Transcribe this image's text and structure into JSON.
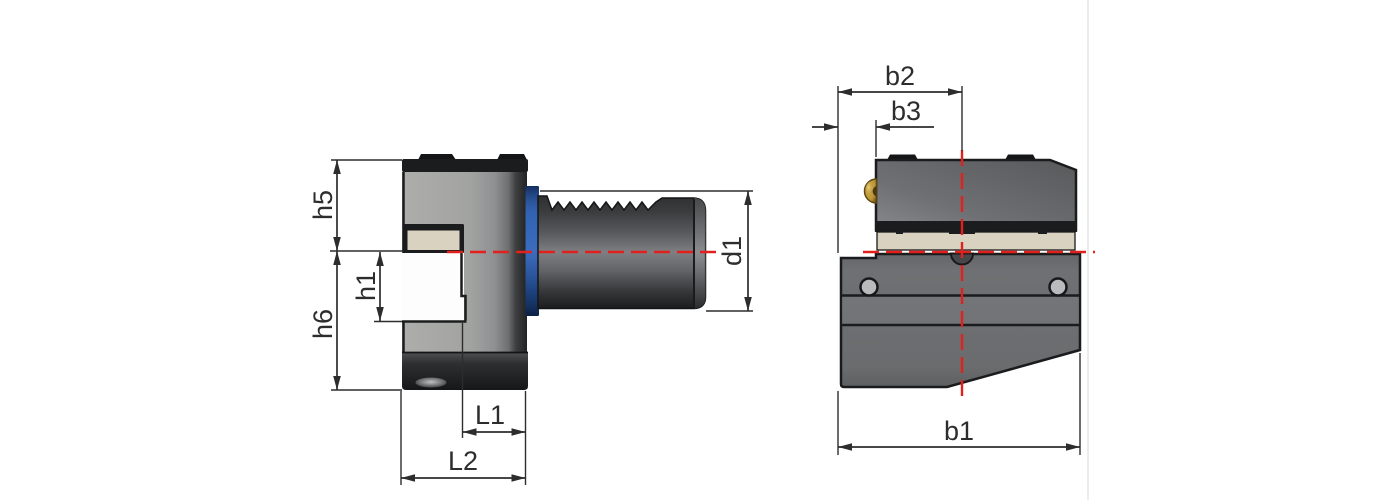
{
  "figure": {
    "type": "technical-drawing",
    "subject": "VDI tool holder, two orthographic views",
    "views": {
      "side_view": {
        "dimension_labels": [
          "h5",
          "h1",
          "h6",
          "L1",
          "L2",
          "d1"
        ]
      },
      "front_view": {
        "dimension_labels": [
          "b2",
          "b3",
          "b1"
        ]
      }
    }
  },
  "labels": {
    "h5": "h5",
    "h1": "h1",
    "h6": "h6",
    "L1": "L1",
    "L2": "L2",
    "d1": "d1",
    "b2": "b2",
    "b3": "b3",
    "b1": "b1"
  },
  "colors": {
    "centerline_red": "#e2201d",
    "flange_blue": "#2a5cad",
    "insert_tan": "#d9d2c0",
    "screw_brass": "#c09a3a",
    "dimension_line": "#2d2d2d",
    "outline_black": "#1b1c1d",
    "body_gray_light": "#a7a8a6",
    "body_gray_dark": "#6b6d6f",
    "background": "#ffffff"
  }
}
